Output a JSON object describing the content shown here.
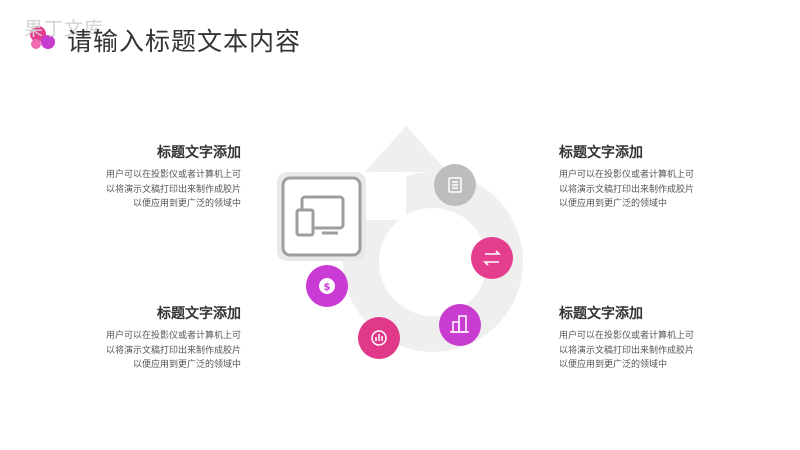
{
  "watermark": "果丁文库",
  "title": "请输入标题文本内容",
  "blocks": [
    {
      "title": "标题文字添加",
      "lines": [
        "用户可以在投影仪或者计算机上可",
        "以将演示文稿打印出来制作成胶片",
        "以便应用到更广泛的领域中"
      ]
    },
    {
      "title": "标题文字添加",
      "lines": [
        "用户可以在投影仪或者计算机上可",
        "以将演示文稿打印出来制作成胶片",
        "以便应用到更广泛的领域中"
      ]
    },
    {
      "title": "标题文字添加",
      "lines": [
        "用户可以在投影仪或者计算机上可",
        "以将演示文稿打印出来制作成胶片",
        "以便应用到更广泛的领域中"
      ]
    },
    {
      "title": "标题文字添加",
      "lines": [
        "用户可以在投影仪或者计算机上可",
        "以将演示文稿打印出来制作成胶片",
        "以便应用到更广泛的领域中"
      ]
    }
  ],
  "icons": [
    {
      "name": "notebook-icon",
      "color": "#bdbdbd"
    },
    {
      "name": "transfer-icon",
      "color": "#e63e8e"
    },
    {
      "name": "building-icon",
      "color": "#c83cd0"
    },
    {
      "name": "chart-badge-icon",
      "color": "#e0398a"
    },
    {
      "name": "dollar-gear-icon",
      "color": "#c93bd4"
    }
  ],
  "colors": {
    "ring": "#efefef",
    "center_box": "#9e9e9e",
    "pink": "#e63e8e",
    "purple": "#c83cd0"
  }
}
